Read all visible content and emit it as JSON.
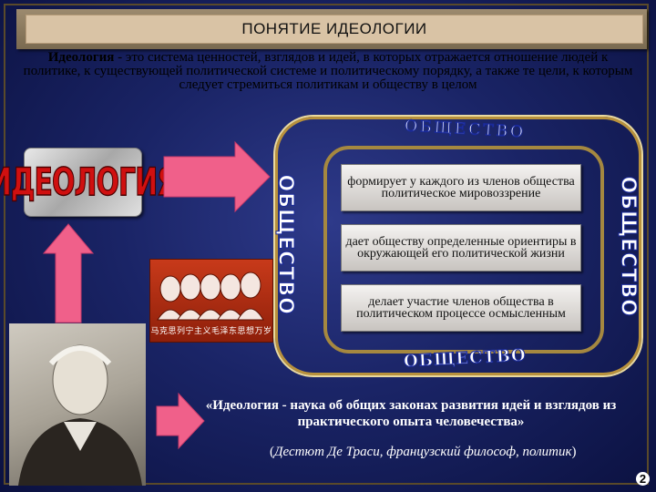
{
  "slide": {
    "title": "ПОНЯТИЕ ИДЕОЛОГИИ",
    "definition_term": "Идеология",
    "definition_text": " - это система ценностей, взглядов и идей, в которых отражается отношение людей к политике, к существующей политической системе и политическому порядку, а также те цели, к которым следует стремиться политикам и обществу в целом",
    "ideology_label": "ИДЕОЛОГИЯ",
    "portrait_caption": "马克思列宁主义毛泽东思想万岁",
    "society_label": "ОБЩЕСТВО",
    "functions": [
      "формирует у каждого из членов общества политическое мировоззрение",
      "дает обществу определенные ориентиры в окружающей его политической жизни",
      "делает участие членов общества в политическом процессе осмысленным"
    ],
    "quote": "«Идеология - наука об общих законах развития идей и взглядов из практического опыта человечества»",
    "author": "Дестют Де Траси, французский философ, политик",
    "page_number": "2"
  },
  "colors": {
    "background": "#1a2466",
    "accent_red": "#d01010",
    "arrow_pink": "#f0608a",
    "title_bg": "#d9c3a5"
  }
}
